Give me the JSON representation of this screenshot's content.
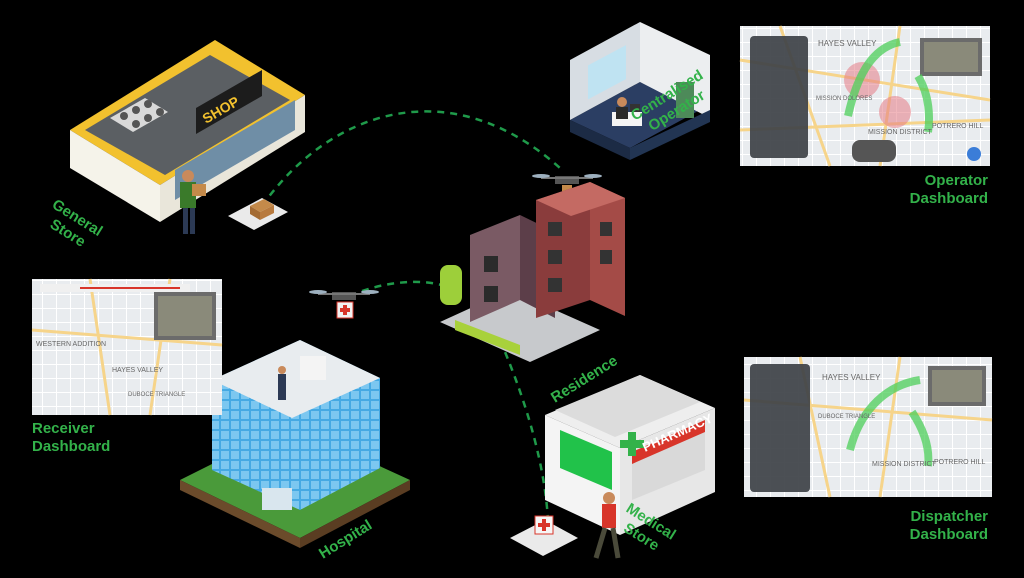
{
  "nodes": {
    "general_store": {
      "line1": "General",
      "line2": "Store",
      "sign": "SHOP"
    },
    "centralised_operator": {
      "line1": "Centralised",
      "line2": "Operator"
    },
    "residence": {
      "line1": "Residence"
    },
    "hospital": {
      "line1": "Hospital"
    },
    "medical_store": {
      "line1": "Medical",
      "line2": "Store",
      "sign": "PHARMACY"
    }
  },
  "dashboards": {
    "operator": {
      "line1": "Operator",
      "line2": "Dashboard",
      "map_labels": [
        "HAYES VALLEY",
        "MISSION DISTRICT",
        "POTRERO HILL",
        "MISSION DOLORES"
      ]
    },
    "dispatcher": {
      "line1": "Dispatcher",
      "line2": "Dashboard",
      "map_labels": [
        "HAYES VALLEY",
        "MISSION DISTRICT",
        "POTRERO HILL",
        "DUBOCE TRIANGLE"
      ]
    },
    "receiver": {
      "line1": "Receiver",
      "line2": "Dashboard",
      "map_labels": [
        "WESTERN ADDITION",
        "HAYES VALLEY",
        "DUBOCE TRIANGLE"
      ]
    }
  },
  "colors": {
    "label": "#33b24a",
    "route": "#1f9a4a",
    "building_yellow": "#f2c12e",
    "hospital_glass": "#3fa7e0",
    "pharmacy_red": "#d8352a",
    "residence_brick": "#8a3c3c"
  }
}
